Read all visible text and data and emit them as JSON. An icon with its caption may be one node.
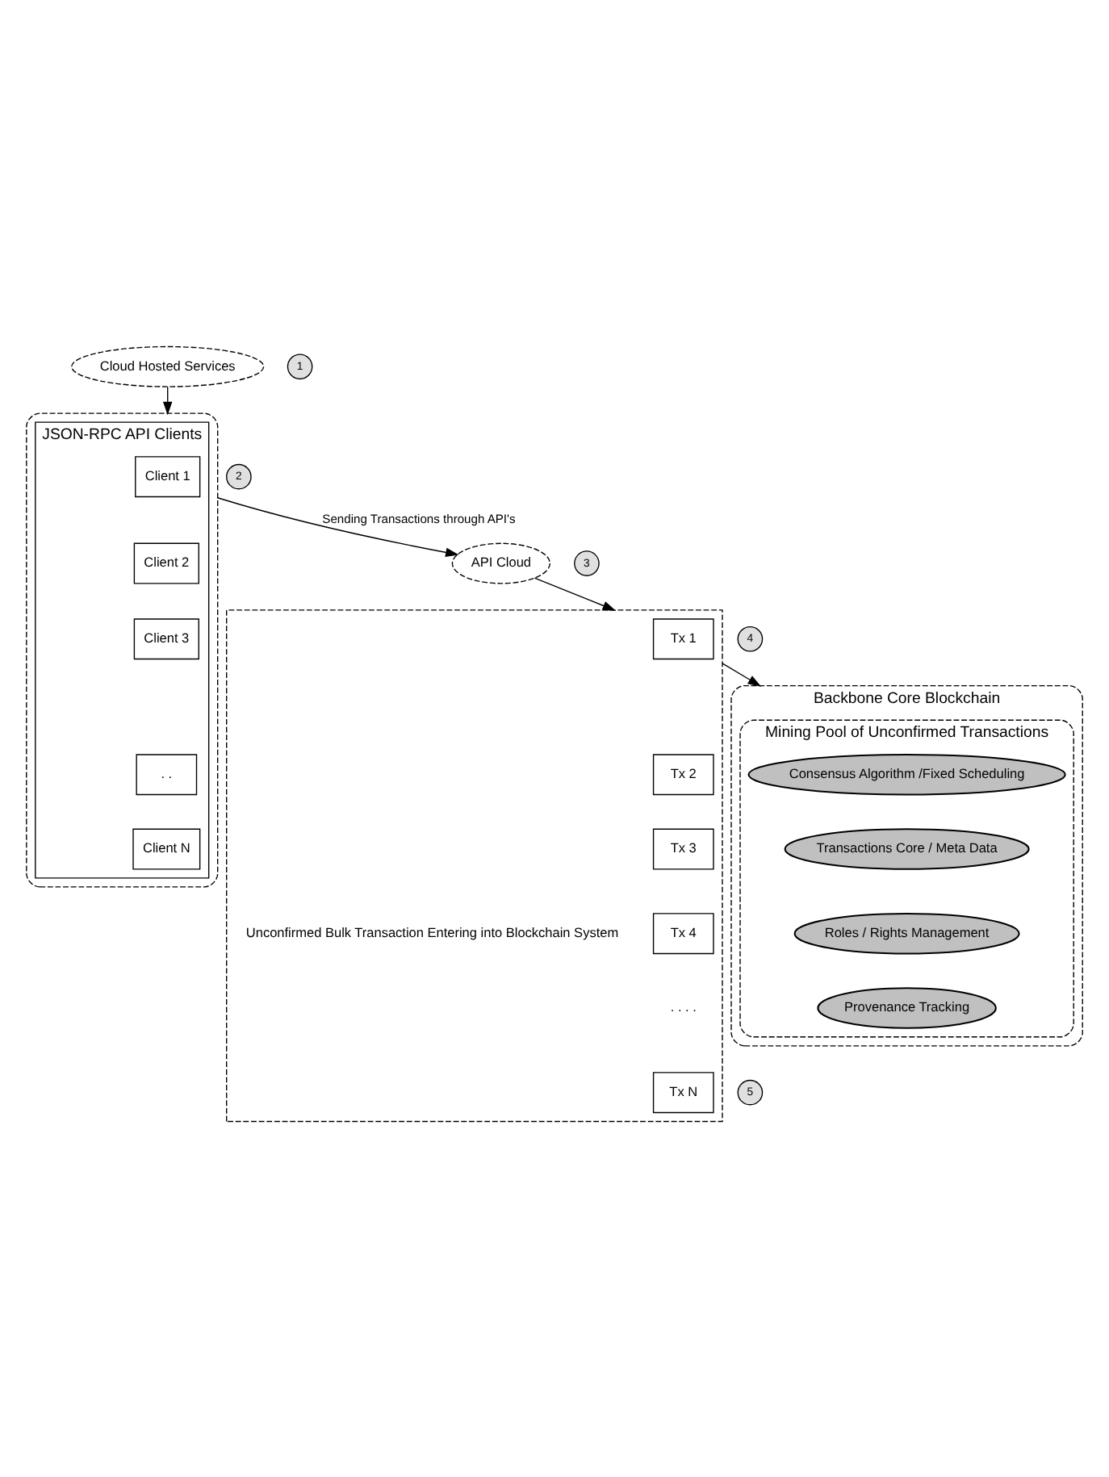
{
  "diagram": {
    "nodes": [
      {
        "text": [
          "Cloud Hosted Services"
        ]
      },
      {
        "text": [],
        "shape": "ellipse"
      },
      {
        "text": [
          "JSON-RPC API Clients"
        ],
        "in": 1
      },
      {
        "text": [
          "Client 1"
        ],
        "in": 2
      },
      {
        "text": [
          "Client 2"
        ],
        "in": 2
      },
      {
        "text": [
          "Client 3"
        ],
        "in": 2
      },
      {
        "text": [
          ". ."
        ],
        "in": 2
      },
      {
        "text": [
          "Client N"
        ],
        "in": 2
      },
      {
        "text": [
          "API Cloud"
        ]
      },
      {
        "text": [],
        "shape": "box",
        "beside": [
          "Unconfirmed Bulk Transaction Entering into Blockchain System"
        ]
      },
      {
        "text": [
          "Tx 1"
        ],
        "in": 9
      },
      {
        "text": [
          "Tx 2"
        ],
        "in": 9
      },
      {
        "text": [
          "Tx 3"
        ],
        "in": 9
      },
      {
        "text": [
          "Tx 4"
        ],
        "in": 9
      },
      {
        "text": [
          "Tx N"
        ],
        "in": 9
      },
      {
        "text": [
          "Backbone Core Blockchain"
        ]
      },
      {
        "text": [
          "Mining Pool of Unconfirmed Transactions"
        ],
        "in": 15
      },
      {
        "text": [
          "Consensus Algorithm /Fixed Scheduling"
        ],
        "in": 16
      },
      {
        "text": [
          "Transactions Core / Meta Data"
        ],
        "in": 16
      },
      {
        "text": [
          "Roles / Rights Management"
        ],
        "in": 16
      },
      {
        "text": [
          "Provenance Tracking"
        ],
        "in": 16
      },
      {
        "text": [
          "1"
        ]
      },
      {
        "text": [
          "2"
        ]
      },
      {
        "text": [
          "3"
        ]
      },
      {
        "text": [
          "4"
        ]
      },
      {
        "text": [
          "5"
        ]
      }
    ],
    "edges": [
      {
        "from": 0,
        "to": 1,
        "arrow": "to"
      },
      {
        "from": 1,
        "to": 8,
        "arrow": "to",
        "label": "Sending Transactions through API's"
      },
      {
        "from": 8,
        "to": 9,
        "arrow": "to"
      },
      {
        "from": 9,
        "to": 15,
        "arrow": "to"
      }
    ],
    "labels": [
      ". . . ."
    ]
  }
}
